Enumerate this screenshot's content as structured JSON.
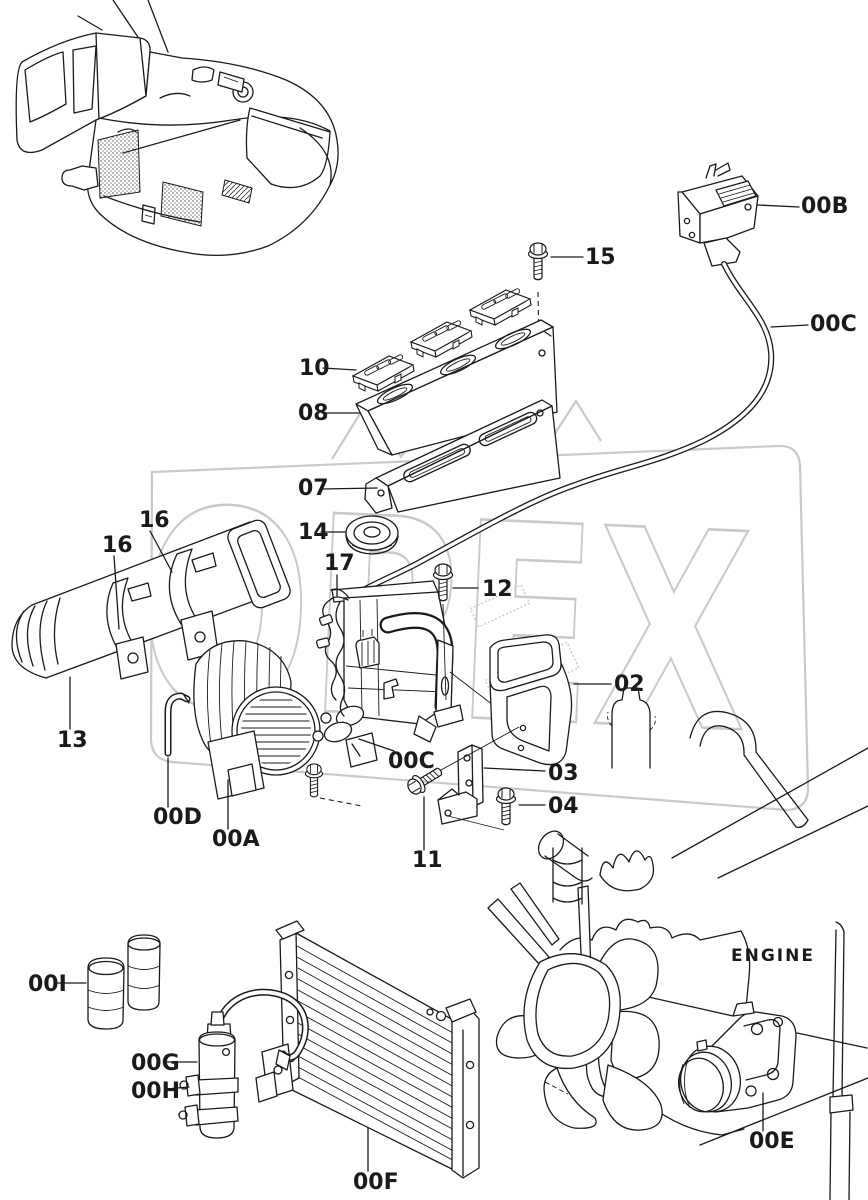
{
  "diagram": {
    "type": "exploded-parts-diagram",
    "subject": "excavator air conditioner installation",
    "engine_label": "ENGINE",
    "watermark": {
      "text": "OPEX"
    }
  },
  "colors": {
    "line": "#1a1a1a",
    "watermark": "#c9c9c9",
    "background": "#ffffff"
  },
  "labels": {
    "l15": "15",
    "l10": "10",
    "l08": "08",
    "l07": "07",
    "l14": "14",
    "l16a": "16",
    "l16b": "16",
    "l17": "17",
    "l12": "12",
    "l02": "02",
    "l03": "03",
    "l04": "04",
    "l11": "11",
    "l13": "13",
    "l00a": "00A",
    "l00b": "00B",
    "l00c_top": "00C",
    "l00c_mid": "00C",
    "l00d": "00D",
    "l00e": "00E",
    "l00f": "00F",
    "l00g": "00G",
    "l00h": "00H",
    "l00i": "00I"
  }
}
